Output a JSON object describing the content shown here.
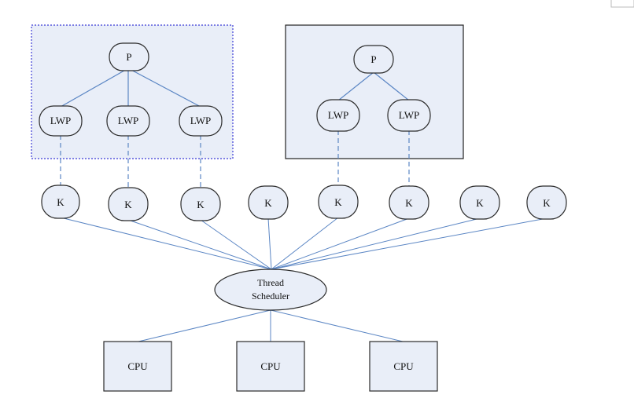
{
  "colors": {
    "node_fill": "#e9eef8",
    "node_stroke": "#2b2b2b",
    "line": "#5b86c4",
    "group1_border": "#3b3bd6",
    "group2_border": "#222222",
    "group_fill": "#e9eef8"
  },
  "groups": [
    {
      "process_label": "P",
      "lwps": [
        "LWP",
        "LWP",
        "LWP"
      ]
    },
    {
      "process_label": "P",
      "lwps": [
        "LWP",
        "LWP"
      ]
    }
  ],
  "kernel_threads": [
    "K",
    "K",
    "K",
    "K",
    "K",
    "K",
    "K",
    "K"
  ],
  "scheduler": {
    "line1": "Thread",
    "line2": "Scheduler"
  },
  "cpus": [
    "CPU",
    "CPU",
    "CPU"
  ]
}
